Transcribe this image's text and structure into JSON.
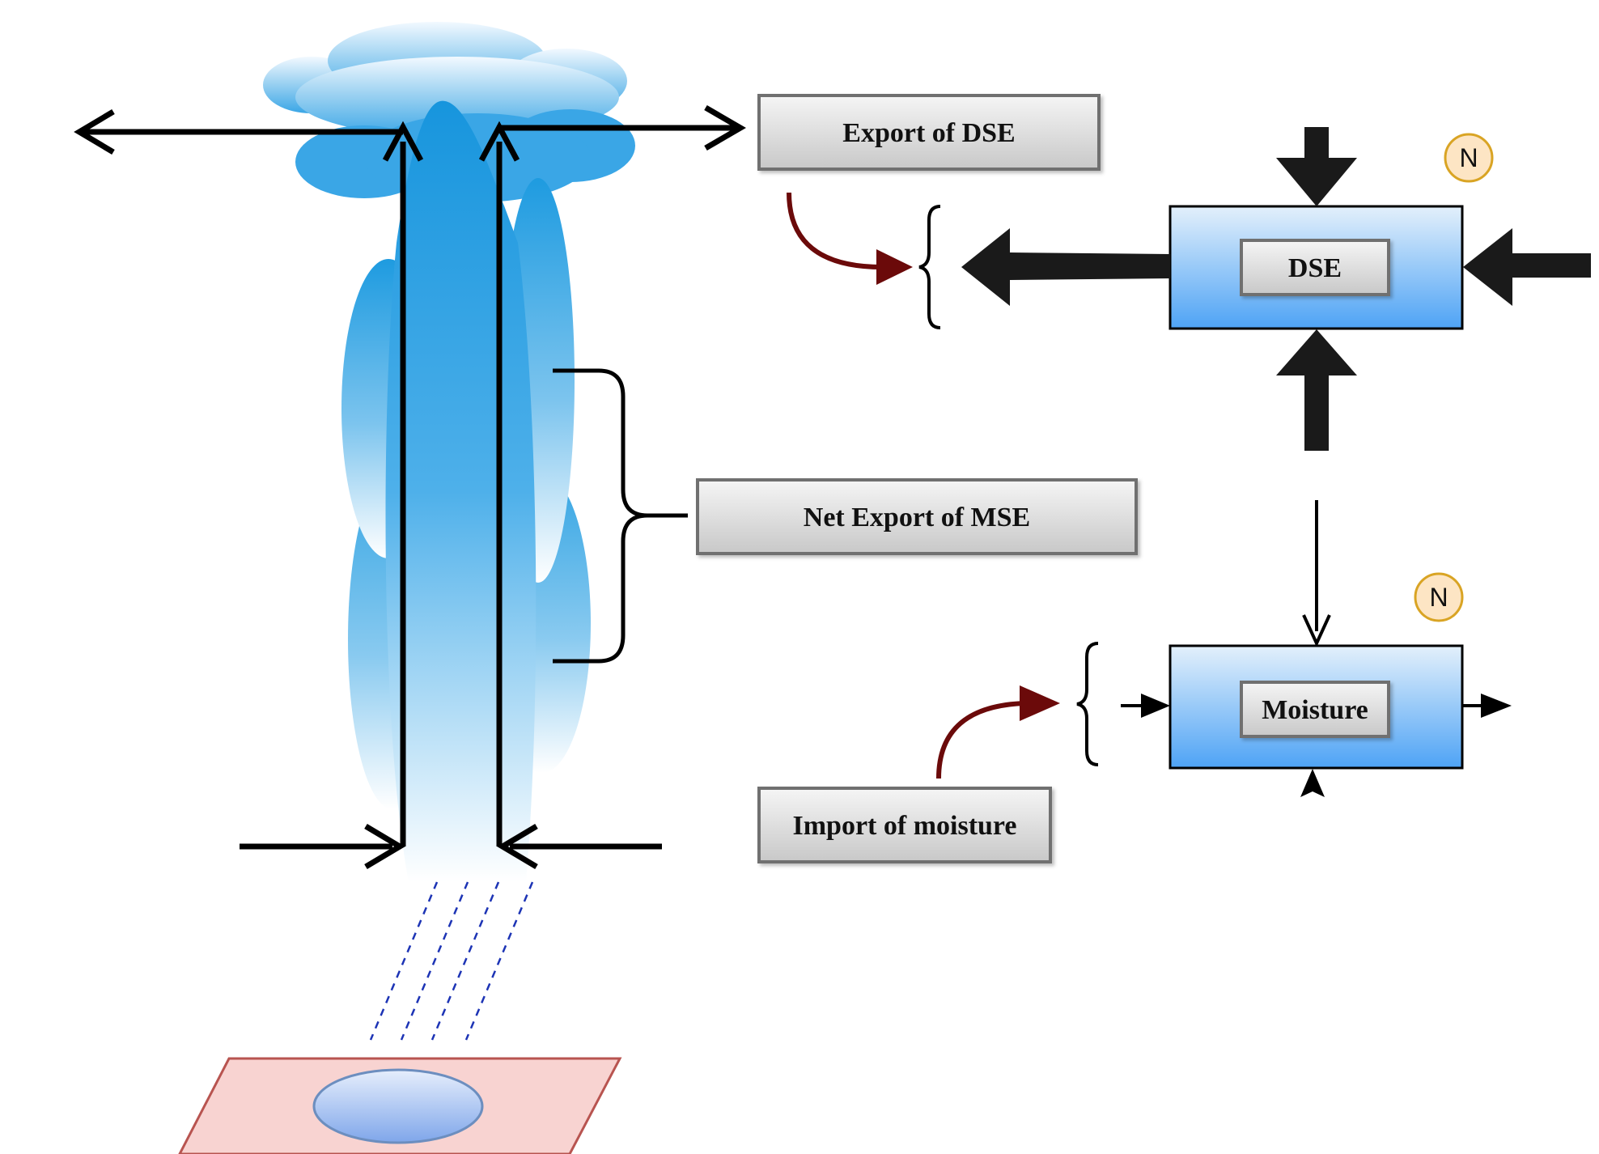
{
  "labels": {
    "export_dse": "Export of DSE",
    "net_export_mse": "Net Export of MSE",
    "import_moisture": "Import of moisture",
    "dse_box": "DSE",
    "moisture_box": "Moisture"
  },
  "badges": {
    "dse_badge": "N",
    "moisture_badge": "N"
  },
  "colors": {
    "cloud": "#1e9be0",
    "box_gradient_top": "#e3f0fb",
    "box_gradient_bottom": "#4ea3f5",
    "label_box_top": "#f5f5f5",
    "label_box_bottom": "#c8c8c8",
    "curved_arrow": "#6b0a0a",
    "badge_fill": "#fde5c4",
    "badge_stroke": "#d9a424",
    "rain": "#1d34b5",
    "ground": "#f8d3d1",
    "ground_stroke": "#b85450",
    "puddle": "#7fa6ea"
  }
}
